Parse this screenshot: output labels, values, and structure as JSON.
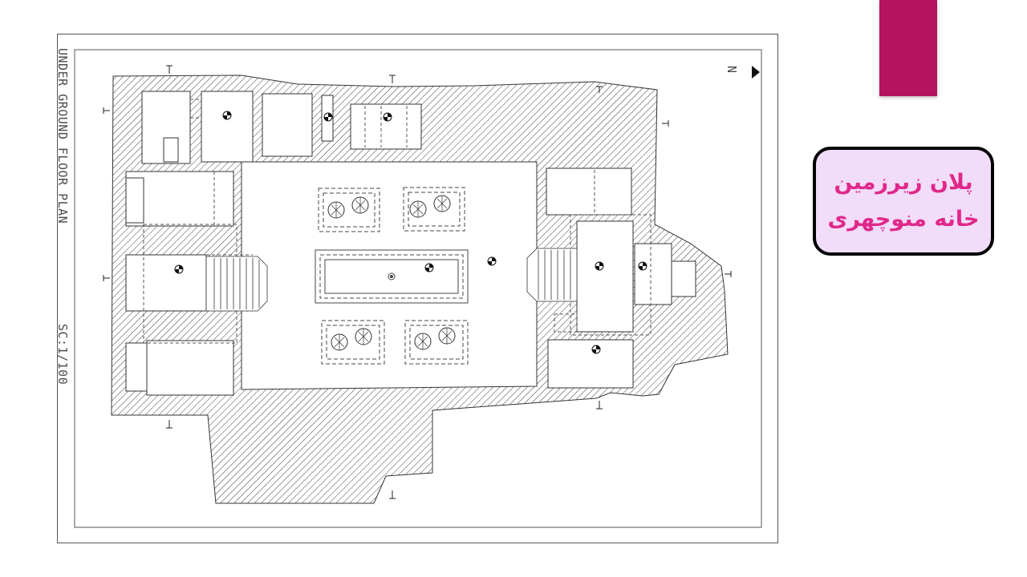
{
  "slide": {
    "accent_color": "#b5135f",
    "caption": {
      "line1": "پلان زیرزمین",
      "line2": "خانه منوچهری",
      "text_color": "#e0288a",
      "background": "#f1dcf9"
    }
  },
  "plan": {
    "title": "UNDER GROUND FLOOR PLAN",
    "scale": "SC:1/100",
    "north_label": "N"
  }
}
